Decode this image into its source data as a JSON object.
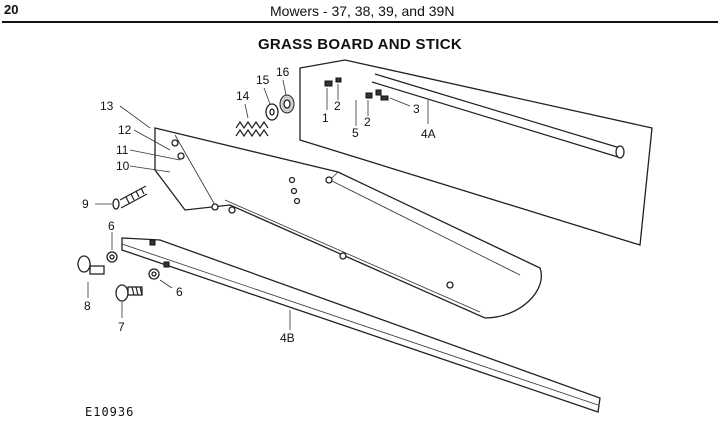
{
  "header": {
    "page_number": "20",
    "running_title": "Mowers - 37, 38, 39, and 39N"
  },
  "section_title": "GRASS BOARD AND STICK",
  "figure_id": "E10936",
  "callouts": {
    "c1": "1",
    "c2a": "2",
    "c2b": "2",
    "c3": "3",
    "c4a": "4A",
    "c4b": "4B",
    "c5": "5",
    "c6a": "6",
    "c6b": "6",
    "c7": "7",
    "c8": "8",
    "c9": "9",
    "c10": "10",
    "c11": "11",
    "c12": "12",
    "c13": "13",
    "c14": "14",
    "c15": "15",
    "c16": "16"
  }
}
